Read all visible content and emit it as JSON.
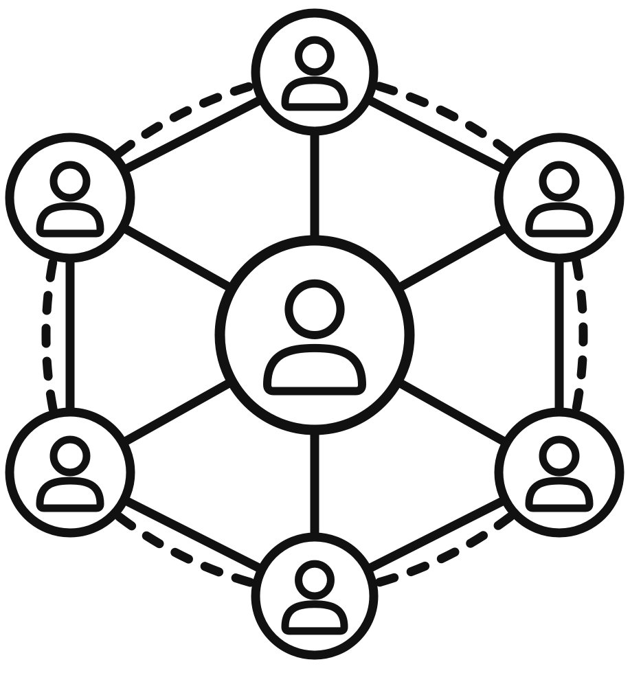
{
  "icon": {
    "name": "people-network-icon",
    "stroke_color": "#111111",
    "background_color": "#ffffff"
  },
  "diagram": {
    "nodes": [
      {
        "id": "center"
      },
      {
        "id": "top"
      },
      {
        "id": "upper-right"
      },
      {
        "id": "lower-right"
      },
      {
        "id": "bottom"
      },
      {
        "id": "lower-left"
      },
      {
        "id": "upper-left"
      }
    ],
    "solid_links": [
      [
        "center",
        "top"
      ],
      [
        "center",
        "upper-right"
      ],
      [
        "center",
        "lower-right"
      ],
      [
        "center",
        "bottom"
      ],
      [
        "center",
        "lower-left"
      ],
      [
        "center",
        "upper-left"
      ],
      [
        "top",
        "upper-right"
      ],
      [
        "top",
        "upper-left"
      ],
      [
        "upper-right",
        "lower-right"
      ],
      [
        "lower-right",
        "bottom"
      ],
      [
        "bottom",
        "lower-left"
      ],
      [
        "lower-left",
        "upper-left"
      ]
    ],
    "dashed_links": [
      [
        "upper-left",
        "top"
      ],
      [
        "top",
        "upper-right"
      ],
      [
        "upper-right",
        "lower-right"
      ],
      [
        "lower-right",
        "bottom"
      ],
      [
        "bottom",
        "lower-left"
      ],
      [
        "lower-left",
        "upper-left"
      ]
    ]
  }
}
